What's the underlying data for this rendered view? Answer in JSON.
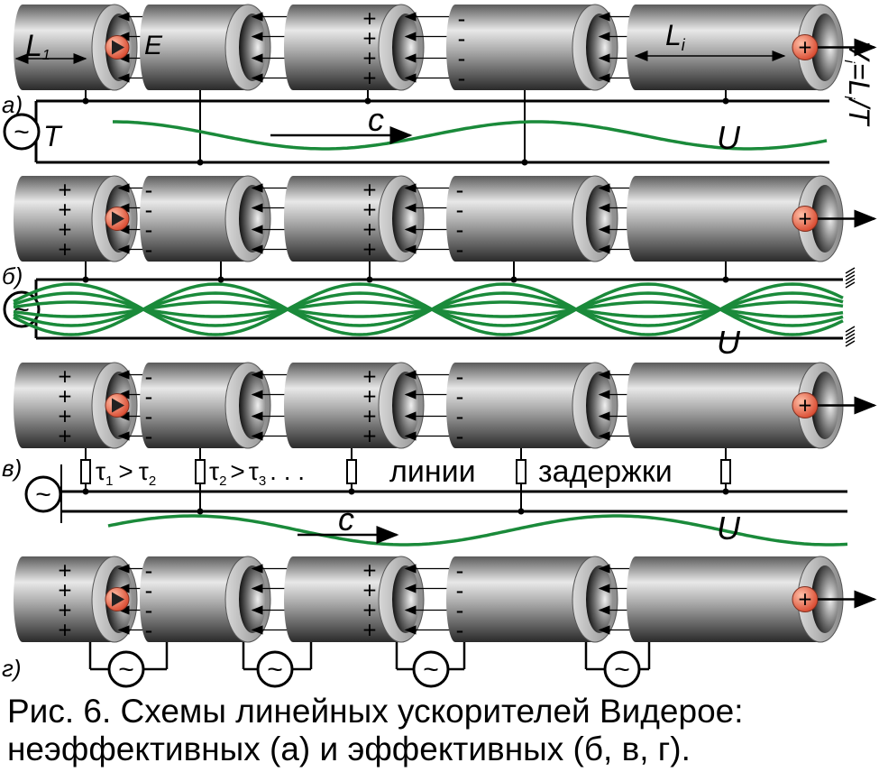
{
  "rows": [
    {
      "label": "а)",
      "generator": "~",
      "period": "T",
      "speed": "c",
      "voltage": "U"
    },
    {
      "label": "б)",
      "generator": "~",
      "voltage": "U"
    },
    {
      "label": "в)",
      "generator": "~",
      "speed": "c",
      "voltage": "U",
      "delay_text": {
        "t1": "τ",
        "s1": "1",
        "gt1": ">",
        "t2": "τ",
        "s2": "2",
        "t3": "τ",
        "s3": "2",
        "gt2": ">",
        "t4": "τ",
        "s4": "3",
        "dots": ". . .",
        "w1": "линии",
        "w2": "задержки"
      }
    },
    {
      "label": "г)",
      "generator": "~"
    }
  ],
  "labels": {
    "L1": "L",
    "L1_sub": "1",
    "E": "E",
    "Li": "L",
    "Li_sub": "i",
    "velocity": "V",
    "velocity_sub": "i",
    "eq": "=L",
    "eq_sub": "i",
    "over_T": "/T",
    "plus": "+",
    "minus": "-"
  },
  "caption": {
    "line1": "Рис. 6. Схемы линейных ускорителей Видерое:",
    "line2": "неэффективных (а) и эффективных (б, в, г)."
  },
  "colors": {
    "wave": "#1a8a3a",
    "particle": "#e8604a"
  }
}
